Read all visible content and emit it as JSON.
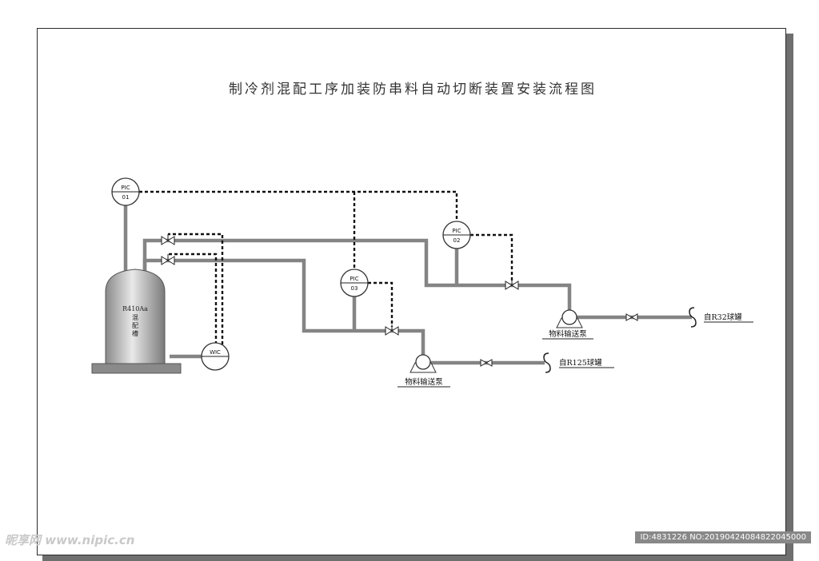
{
  "title": "制冷剂混配工序加装防串料自动切断装置安装流程图",
  "tank": {
    "line1": "R410Aa",
    "line2": "混",
    "line3": "配",
    "line4": "槽"
  },
  "instruments": {
    "pic01": {
      "top": "PIC",
      "bottom": "01"
    },
    "pic02": {
      "top": "PIC",
      "bottom": "02"
    },
    "pic03": {
      "top": "PIC",
      "bottom": "03"
    },
    "wic": {
      "top": "WIC",
      "bottom": ""
    }
  },
  "pumps": {
    "pump1": "物料输送泵",
    "pump2": "物料输送泵"
  },
  "sources": {
    "r32": "自R32球罐",
    "r125": "自R125球罐"
  },
  "watermark": {
    "left": "昵享网 www.nipic.cn",
    "right": "ID:4831226 NO:20190424084822045000"
  }
}
